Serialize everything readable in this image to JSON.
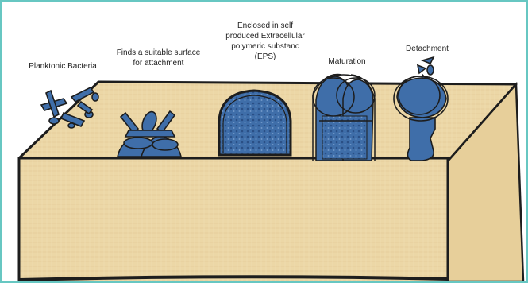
{
  "labels": {
    "planktonic": "Planktonic Bacteria",
    "surface": "Finds a suitable surface\nfor attachment",
    "eps": "Enclosed in self\nproduced Extracellular\npolymeric substanc\n(EPS)",
    "maturation": "Maturation",
    "detachment": "Detachment"
  },
  "colors": {
    "border": "#67c7c2",
    "surface": "#ecd7a6",
    "bacteria": "#3f6ea9",
    "outline": "#1d1d1d"
  }
}
